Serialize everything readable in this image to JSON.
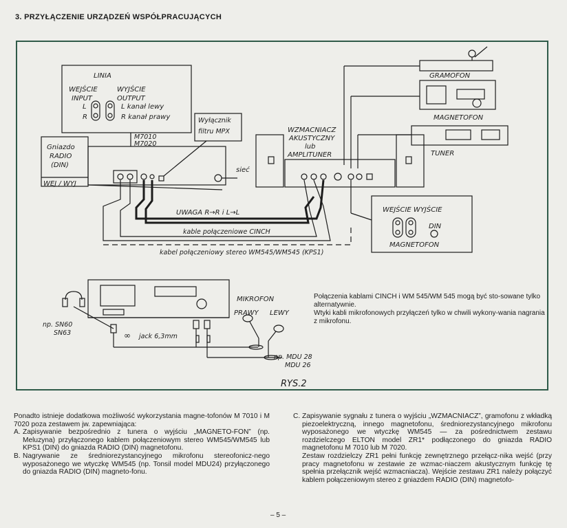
{
  "heading": "3. PRZYŁĄCZENIE URZĄDZEŃ WSPÓŁPRACUJĄCYCH",
  "diagram": {
    "linia_title": "LINIA",
    "input_title": "WEJŚCIE",
    "input_sub": "INPUT",
    "output_title": "WYJŚCIE",
    "output_sub": "OUTPUT",
    "lbl_L": "L",
    "lbl_R": "R",
    "kanal_lewy": "L kanał lewy",
    "kanal_prawy": "R kanał prawy",
    "wylacznik": "Wyłącznik",
    "filtru": "filtru MPX",
    "model1": "M7010",
    "model2": "M7020",
    "gniazdo1": "Gniazdo",
    "gniazdo2": "RADIO",
    "gniazdo3": "(DIN)",
    "wej_wyj": "WEJ / WYJ",
    "siec": "sieć",
    "wzm1": "WZMACNIACZ",
    "wzm2": "AKUSTYCZNY",
    "wzm3": "lub",
    "wzm4": "AMPLITUNER",
    "gramofon": "GRAMOFON",
    "magnetofon_top": "MAGNETOFON",
    "tuner": "TUNER",
    "uwaga": "UWAGA R→R i L→L",
    "kable_cinch": "kable połączeniowe CINCH",
    "kabel_stereo": "kabel połączeniowy stereo WM545/WM545 (KPS1)",
    "wej_wyj_box": "WEJŚCIE WYJŚCIE",
    "din": "DIN",
    "magnetofon_box": "MAGNETOFON",
    "mikrofon": "MIKROFON",
    "prawy": "PRAWY",
    "lewy": "LEWY",
    "sn60": "np. SN60",
    "sn63": "SN63",
    "jack": "jack 6,3mm",
    "mdu28": "np. MDU 28",
    "mdu26": "MDU 26",
    "infinity": "∞",
    "rys": "RYS.2"
  },
  "note": [
    "Połączenia kablami CINCH i WM 545/WM 545 mogą być sto-sowane tylko alternatywnie.",
    "Wtyki kabli mikrofonowych przyłączeń tylko w chwili wykony-wania nagrania z mikrofonu."
  ],
  "left_col": {
    "intro": "Ponadto istnieje dodatkowa możliwość wykorzystania magne-tofonów M 7010 i M 7020 poza zestawem jw. zapewniająca:",
    "items": [
      {
        "label": "A.",
        "text": "Zapisywanie bezpośrednio z tunera o wyjściu „MAGNETO-FON” (np. Meluzyna) przyłączonego kablem połączeniowym stereo WM545/WM545 lub KPS1 (DIN) do gniazda RADIO (DIN) magnetofonu."
      },
      {
        "label": "B.",
        "text": "Nagrywanie ze średniorezystancyjnego mikrofonu stereofonicz-nego wyposażonego we wtyczkę WM545 (np. Tonsil model MDU24) przyłączonego do gniazda RADIO (DIN) magneto-fonu."
      }
    ]
  },
  "right_col": {
    "label": "C.",
    "text1": "Zapisywanie sygnału z tunera o wyjściu „WZMACNIACZ”, gramofonu z wkładką piezoelektryczną, innego magnetofonu, średniorezystancyjnego mikrofonu wyposażonego we wtyczkę WM545 — za pośrednictwem zestawu rozdzielczego ELTON model ZR1* podłączonego do gniazda RADIO magnetofonu M 7010 lub M 7020.",
    "text2": "Zestaw rozdzielczy ZR1 pełni funkcję zewnętrznego przełącz-nika wejść (przy pracy magnetofonu w zestawie ze wzmac-niaczem akustycznym funkcję tę spełnia przełącznik wejść wzmacniacza). Wejście zestawu ZR1 należy połączyć kablem połączeniowym stereo z gniazdem RADIO (DIN) magnetofo-"
  },
  "page_number": "– 5 –"
}
